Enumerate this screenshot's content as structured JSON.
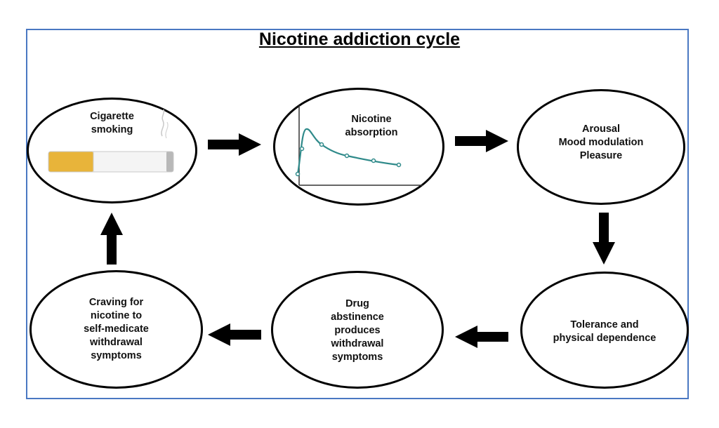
{
  "title": "Nicotine addiction cycle",
  "nodes": {
    "smoking": "Cigarette\nsmoking",
    "absorption": "Nicotine\nabsorption",
    "arousal": "Arousal\nMood modulation\nPleasure",
    "tolerance": "Tolerance and\nphysical dependence",
    "abstinence": "Drug\nabstinence\nproduces\nwithdrawal\nsymptoms",
    "craving": "Craving for\nnicotine to\nself-medicate\nwithdrawal\nsymptoms"
  },
  "colors": {
    "frame": "#4a78c2",
    "curve": "#2f8a8a",
    "filter": "#e8b43a",
    "arrow": "#000000"
  },
  "icons": {
    "cigarette": "cigarette-icon",
    "curve": "absorption-curve-icon"
  }
}
